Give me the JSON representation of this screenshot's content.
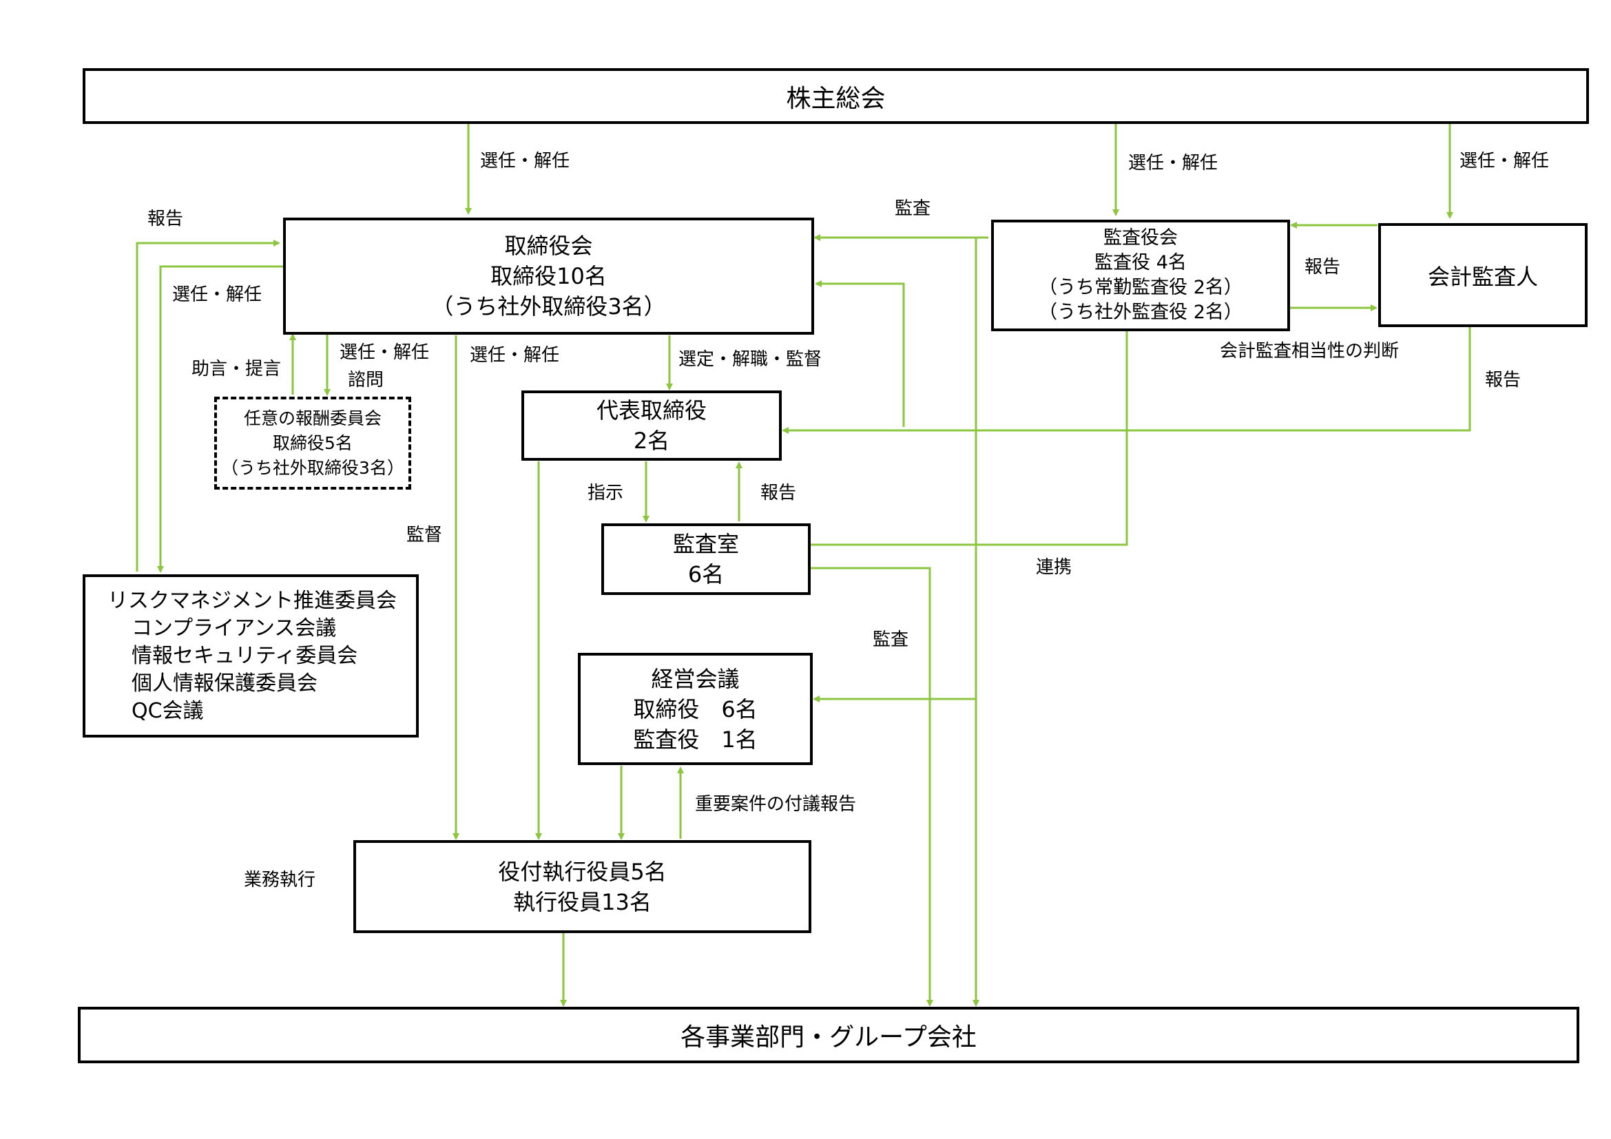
{
  "boxes": {
    "shareholders_meeting": "株主総会",
    "board": {
      "lines": [
        "取締役会",
        "取締役10名",
        "（うち社外取締役3名）"
      ]
    },
    "audit_board": {
      "lines": [
        "監査役会",
        "監査役 4名",
        "（うち常勤監査役 2名）",
        "（うち社外監査役 2名）"
      ]
    },
    "accounting_auditor": "会計監査人",
    "remuneration_committee": {
      "lines": [
        "任意の報酬委員会",
        "取締役5名",
        "（うち社外取締役3名）"
      ]
    },
    "representative_director": {
      "lines": [
        "代表取締役",
        "2名"
      ]
    },
    "internal_audit_office": {
      "lines": [
        "監査室",
        "6名"
      ]
    },
    "risk_committees": {
      "lines": [
        "リスクマネジメント推進委員会",
        "コンプライアンス会議",
        "情報セキュリティ委員会",
        "個人情報保護委員会",
        "QC会議"
      ]
    },
    "management_meeting": {
      "lines": [
        "経営会議",
        "取締役　6名",
        "監査役　1名"
      ]
    },
    "executive_officers": {
      "lines": [
        "役付執行役員5名",
        "執行役員13名"
      ]
    },
    "business_divisions": "各事業部門・グループ会社"
  },
  "labels": {
    "elect_dismiss": "選任・解任",
    "audit": "監査",
    "report": "報告",
    "accounting_audit_judgment": "会計監査相当性の判断",
    "advice_proposal": "助言・提言",
    "consultation": "諮問",
    "select_dismiss_supervise": "選定・解職・監督",
    "instruction": "指示",
    "supervision": "監督",
    "coordination": "連携",
    "important_matters_report": "重要案件の付議報告",
    "business_execution": "業務執行"
  },
  "colors": {
    "arrow": "#8cc63f",
    "border": "#000000",
    "background": "#ffffff"
  }
}
